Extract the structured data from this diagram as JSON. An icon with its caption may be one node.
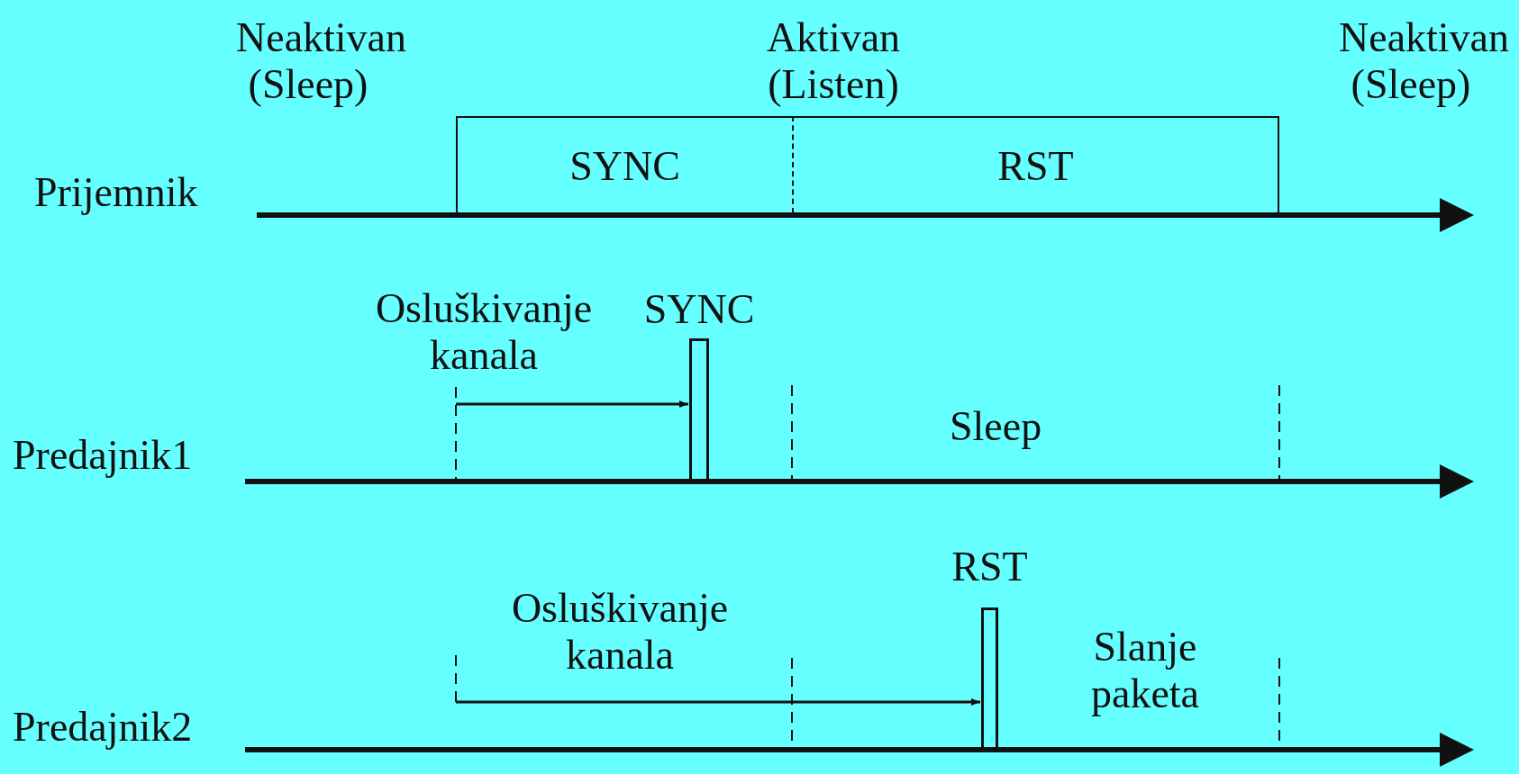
{
  "diagram": {
    "nodes": [
      {
        "text": [
          "SYNC"
        ]
      },
      {
        "text": [
          "RST"
        ]
      },
      {
        "text": [],
        "shape": "bar",
        "beside": [
          "SYNC"
        ]
      },
      {
        "text": [],
        "shape": "bar",
        "beside": [
          "RST"
        ]
      }
    ],
    "edges": [
      {
        "from": null,
        "to": 2,
        "arrow": "to",
        "label": "Osluškivanje kanala"
      },
      {
        "from": null,
        "to": 3,
        "arrow": "to",
        "label": "Osluškivanje kanala"
      }
    ],
    "labels": [
      "Neaktivan (Sleep)",
      "Aktivan (Listen)",
      "Neaktivan (Sleep)",
      "Prijemnik",
      "Sleep",
      "Predajnik1",
      "Slanje paketa",
      "Predajnik2"
    ]
  }
}
